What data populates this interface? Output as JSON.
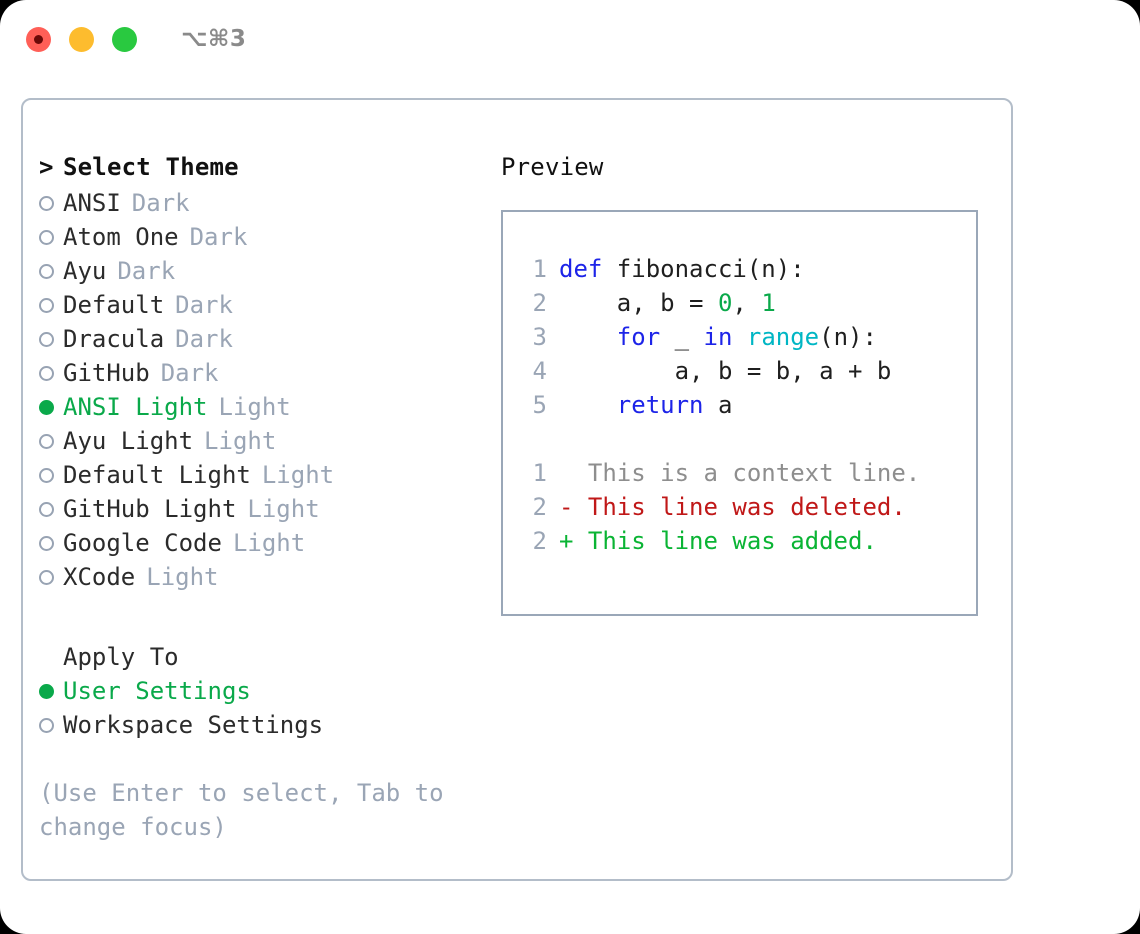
{
  "titlebar": {
    "shortcut": "⌥⌘3",
    "buttons": [
      "close",
      "minimize",
      "maximize"
    ]
  },
  "left": {
    "heading": {
      "marker": ">",
      "text": "Select Theme"
    },
    "themes": [
      {
        "name": "ANSI",
        "tag": "Dark",
        "selected": false
      },
      {
        "name": "Atom One",
        "tag": "Dark",
        "selected": false
      },
      {
        "name": "Ayu",
        "tag": "Dark",
        "selected": false
      },
      {
        "name": "Default",
        "tag": "Dark",
        "selected": false
      },
      {
        "name": "Dracula",
        "tag": "Dark",
        "selected": false
      },
      {
        "name": "GitHub",
        "tag": "Dark",
        "selected": false
      },
      {
        "name": "ANSI Light",
        "tag": "Light",
        "selected": true
      },
      {
        "name": "Ayu Light",
        "tag": "Light",
        "selected": false
      },
      {
        "name": "Default Light",
        "tag": "Light",
        "selected": false
      },
      {
        "name": "GitHub Light",
        "tag": "Light",
        "selected": false
      },
      {
        "name": "Google Code",
        "tag": "Light",
        "selected": false
      },
      {
        "name": "XCode",
        "tag": "Light",
        "selected": false
      }
    ],
    "apply_to": {
      "heading": "Apply To",
      "options": [
        {
          "name": "User Settings",
          "selected": true
        },
        {
          "name": "Workspace Settings",
          "selected": false
        }
      ]
    },
    "hint": "(Use Enter to select, Tab to change focus)"
  },
  "right": {
    "title": "Preview",
    "code": [
      {
        "no": "1",
        "tokens": [
          {
            "t": "def",
            "c": "kw"
          },
          {
            "t": " fibonacci(n):",
            "c": "plain"
          }
        ]
      },
      {
        "no": "2",
        "tokens": [
          {
            "t": "    a, b = ",
            "c": "plain"
          },
          {
            "t": "0",
            "c": "num"
          },
          {
            "t": ", ",
            "c": "plain"
          },
          {
            "t": "1",
            "c": "num"
          }
        ]
      },
      {
        "no": "3",
        "tokens": [
          {
            "t": "    ",
            "c": "plain"
          },
          {
            "t": "for",
            "c": "kw"
          },
          {
            "t": " _ ",
            "c": "plain"
          },
          {
            "t": "in",
            "c": "kw"
          },
          {
            "t": " ",
            "c": "plain"
          },
          {
            "t": "range",
            "c": "fn"
          },
          {
            "t": "(n):",
            "c": "plain"
          }
        ]
      },
      {
        "no": "4",
        "tokens": [
          {
            "t": "        a, b = b, a + b",
            "c": "plain"
          }
        ]
      },
      {
        "no": "5",
        "tokens": [
          {
            "t": "    ",
            "c": "plain"
          },
          {
            "t": "return",
            "c": "kw"
          },
          {
            "t": " a",
            "c": "plain"
          }
        ]
      }
    ],
    "diff": [
      {
        "no": "1",
        "sign": " ",
        "text": "This is a context line.",
        "kind": "ctx"
      },
      {
        "no": "2",
        "sign": "-",
        "text": "This line was deleted.",
        "kind": "del"
      },
      {
        "no": "2",
        "sign": "+",
        "text": "This line was added.",
        "kind": "add"
      }
    ]
  },
  "colors": {
    "accent_green": "#0aa94a",
    "muted": "#9aa5b5",
    "keyword_blue": "#1d24e8",
    "function_cyan": "#00b6c4",
    "diff_delete_red": "#c01818",
    "diff_add_green": "#0ab434",
    "panel_border": "#b3bdc9",
    "preview_border": "#9aa7b8"
  }
}
